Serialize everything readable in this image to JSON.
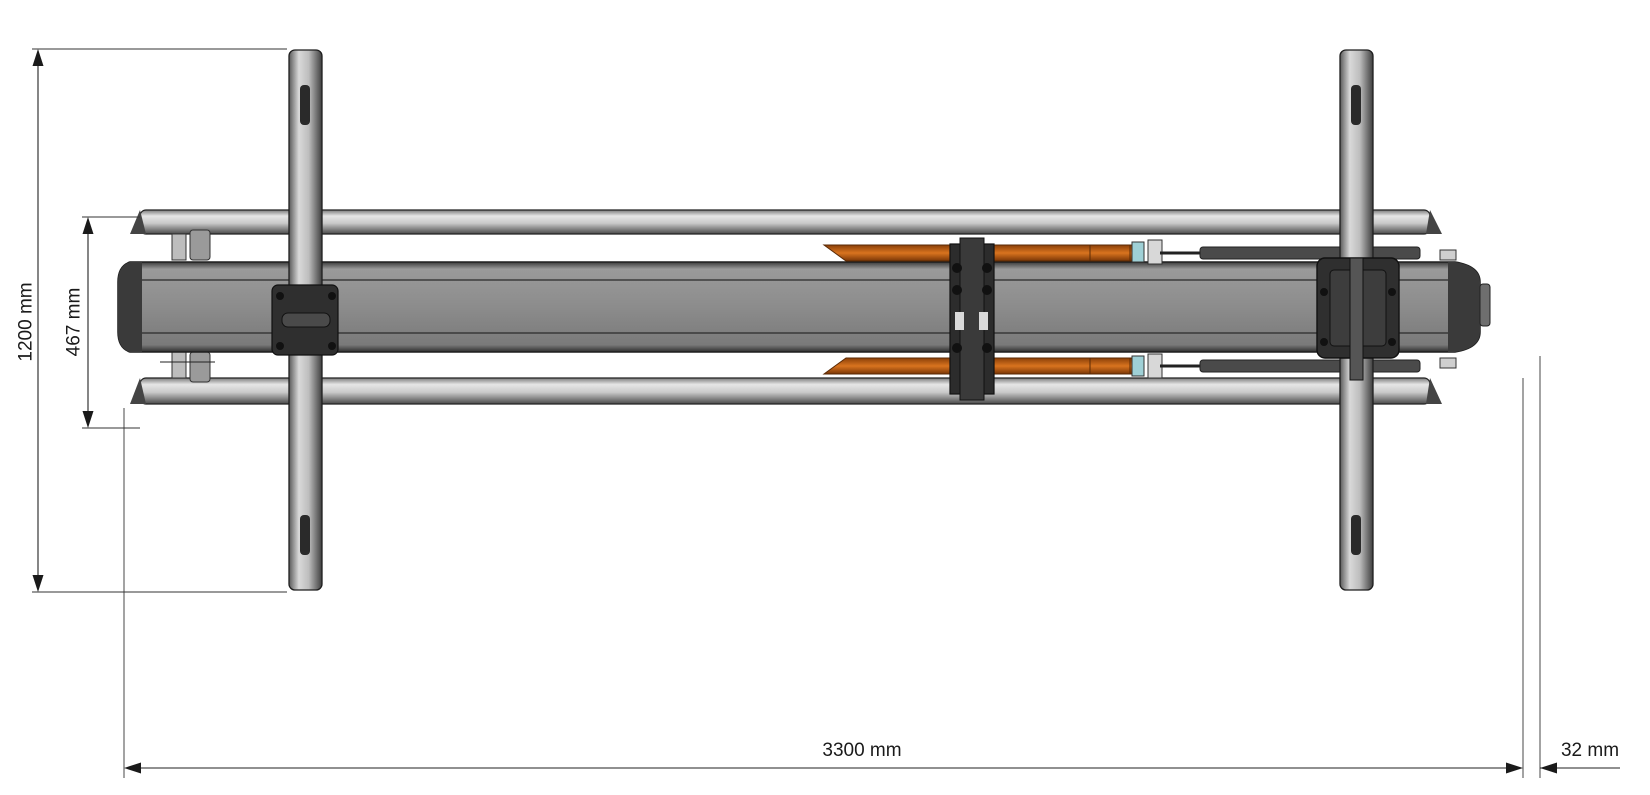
{
  "dimensions": {
    "overall_width": "1200 mm",
    "inner_width": "467 mm",
    "overall_length": "3300 mm",
    "end_offset": "32 mm"
  }
}
